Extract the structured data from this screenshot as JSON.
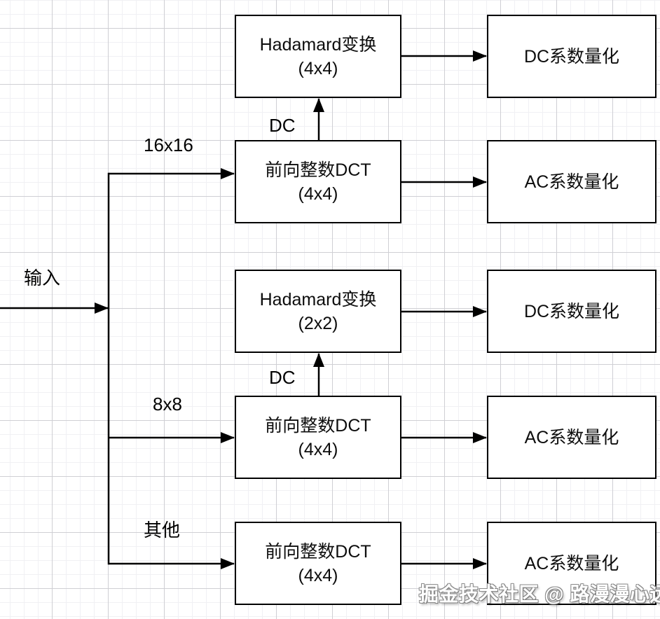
{
  "diagram": {
    "input_label": "输入",
    "branch_labels": {
      "b16x16": "16x16",
      "b8x8": "8x8",
      "other": "其他"
    },
    "dc_labels": {
      "top": "DC",
      "mid": "DC"
    },
    "transform_boxes": {
      "hadamard_4x4": {
        "line1": "Hadamard变换",
        "line2": "(4x4)"
      },
      "dct_16x16": {
        "line1": "前向整数DCT",
        "line2": "(4x4)"
      },
      "hadamard_2x2": {
        "line1": "Hadamard变换",
        "line2": "(2x2)"
      },
      "dct_8x8": {
        "line1": "前向整数DCT",
        "line2": "(4x4)"
      },
      "dct_other": {
        "line1": "前向整数DCT",
        "line2": "(4x4)"
      }
    },
    "quant_boxes": {
      "dc_top": "DC系数量化",
      "ac_top": "AC系数量化",
      "dc_mid": "DC系数量化",
      "ac_mid": "AC系数量化",
      "ac_bottom": "AC系数量化"
    },
    "watermark": "掘金技术社区 @ 路漫漫心远",
    "colors": {
      "line": "#000000",
      "box_fill": "#ffffff",
      "grid_minor": "#f0f0f4",
      "grid_major": "#cfcfd4"
    }
  }
}
